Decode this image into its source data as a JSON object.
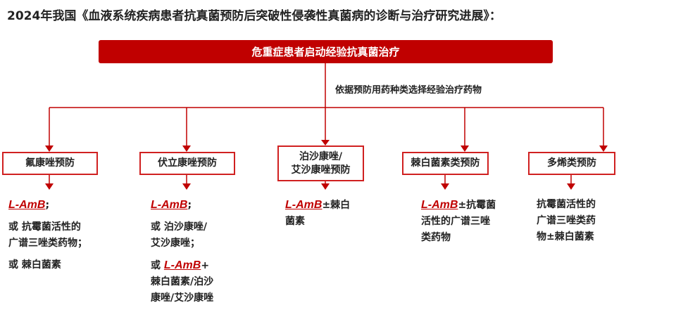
{
  "title": "2024年我国《血液系统疾病患者抗真菌预防后突破性侵袭性真菌病的诊断与治疗研究进展》：",
  "top_box": "危重症患者启动经验抗真菌治疗",
  "basis_label": "依据预防用药种类选择经验治疗药物",
  "lamb": "L-AmB",
  "branches": [
    {
      "label": "氟康唑预防",
      "r1_suffix": ";",
      "r2": "或 抗霉菌活性的",
      "r3": "广谱三唑类药物；",
      "r4": "或 棘白菌素"
    },
    {
      "label": "伏立康唑预防",
      "r1_suffix": ";",
      "r2": "或 泊沙康唑/",
      "r3": "艾沙康唑；",
      "r4_prefix": "或 ",
      "r4_suffix": "+",
      "r5": "棘白菌素/泊沙",
      "r6": "康唑/艾沙康唑"
    },
    {
      "label1": "泊沙康唑/",
      "label2": "艾沙康唑预防",
      "r1_suffix": "±棘白",
      "r2": "菌素"
    },
    {
      "label": "棘白菌素类预防",
      "r1_suffix": "±抗霉菌",
      "r2": "活性的广谱三唑",
      "r3": "类药物"
    },
    {
      "label": "多烯类预防",
      "r1": "抗霉菌活性的",
      "r2": "广谱三唑类药",
      "r3": "物±棘白菌素"
    }
  ],
  "colors": {
    "accent": "#c00000",
    "border": "#d02020"
  }
}
